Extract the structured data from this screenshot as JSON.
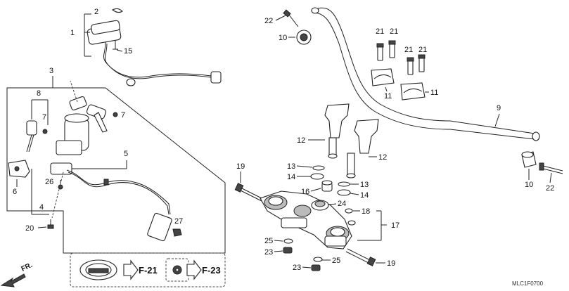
{
  "diagram_code": "MLC1F0700",
  "direction_label": "FR.",
  "ref_f21": "F-21",
  "ref_f23": "F-23",
  "parts": {
    "p1": "1",
    "p2": "2",
    "p3": "3",
    "p4": "4",
    "p5": "5",
    "p6": "6",
    "p7": "7",
    "p8": "8",
    "p9": "9",
    "p10": "10",
    "p11": "11",
    "p12": "12",
    "p13": "13",
    "p14": "14",
    "p15": "15",
    "p16": "16",
    "p17": "17",
    "p18": "18",
    "p19": "19",
    "p20": "20",
    "p21": "21",
    "p22": "22",
    "p23": "23",
    "p24": "24",
    "p25": "25",
    "p26": "26",
    "p27": "27"
  }
}
